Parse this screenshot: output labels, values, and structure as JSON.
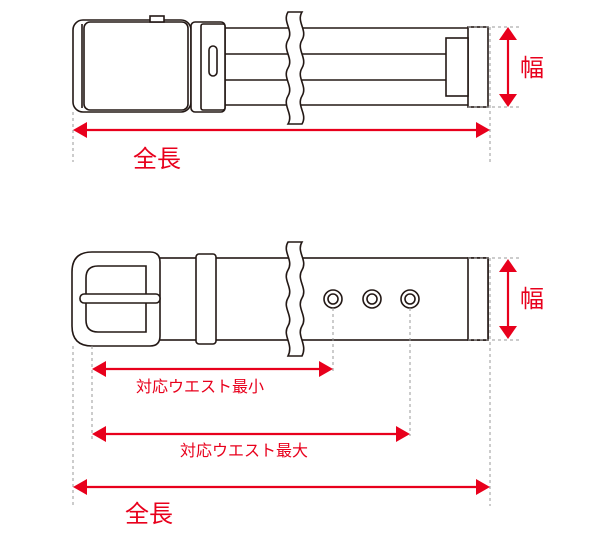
{
  "labels": {
    "total_length": "全長",
    "width": "幅",
    "waist_min": "対応ウエスト最小",
    "waist_max": "対応ウエスト最大"
  },
  "colors": {
    "dimension": "#e8001c",
    "outline": "#231815",
    "guide": "#9a9a9a"
  }
}
